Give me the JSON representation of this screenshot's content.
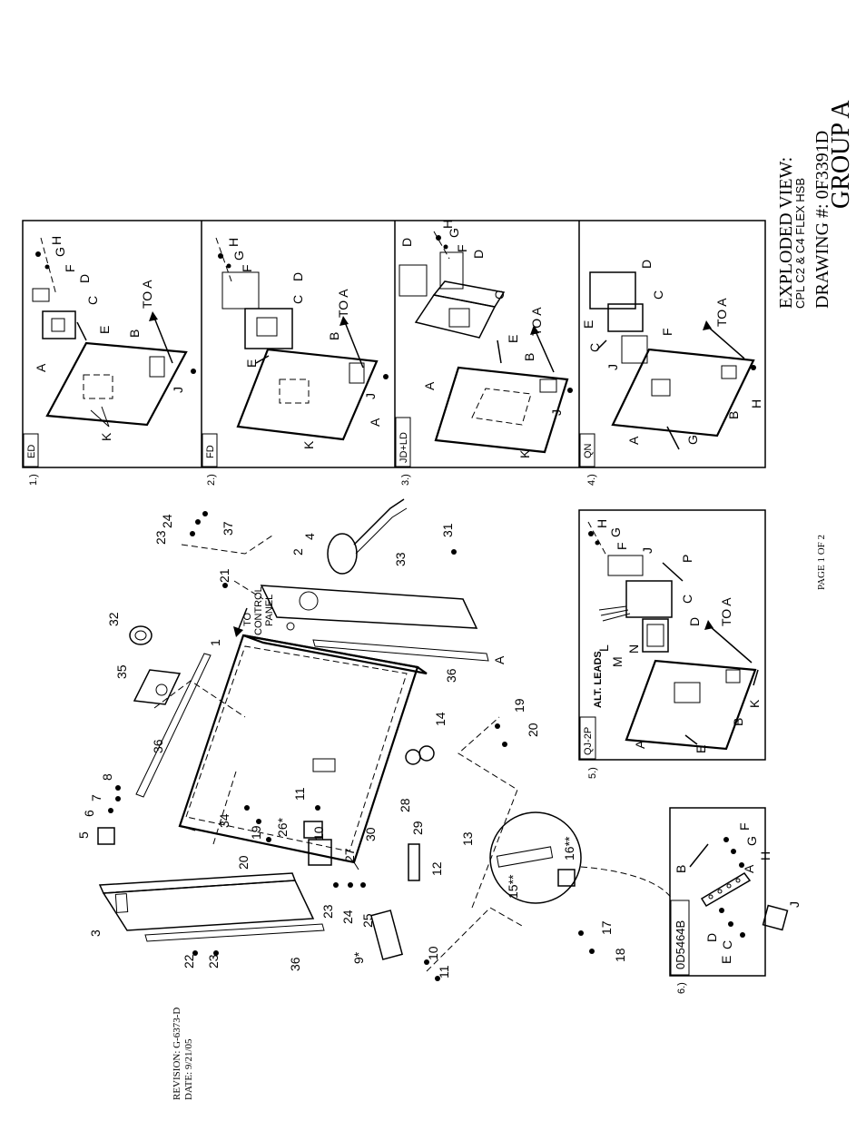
{
  "header": {
    "group_title": "GROUP A",
    "view_title": "EXPLODED VIEW:",
    "model": "CPL C2 & C4 FLEX HSB",
    "drawing": "DRAWING #: 0F3391D"
  },
  "footer": {
    "page": "PAGE 1 OF 2",
    "revision": "REVISION: G-6373-D",
    "date": "DATE: 9/21/05"
  },
  "main_callouts": [
    "1",
    "2",
    "3",
    "4",
    "5",
    "6",
    "7",
    "8",
    "9*",
    "10",
    "10",
    "11",
    "11",
    "12",
    "13",
    "14",
    "15**",
    "16**",
    "17",
    "18",
    "19",
    "19",
    "20",
    "20",
    "21",
    "22",
    "23",
    "23",
    "23",
    "24",
    "24",
    "25",
    "26*",
    "27",
    "28",
    "29",
    "30",
    "31",
    "32",
    "33",
    "34",
    "35",
    "36",
    "36",
    "36",
    "37"
  ],
  "main_notes": {
    "to_control_panel": [
      "TO",
      "CONTROL",
      "PANEL"
    ],
    "letter_a": "A"
  },
  "panels": [
    {
      "index": "1.)",
      "code": "ED",
      "letters": [
        "A",
        "B",
        "C",
        "D",
        "E",
        "F",
        "G",
        "H",
        "J",
        "K"
      ],
      "to_a": "TO A"
    },
    {
      "index": "2.)",
      "code": "FD",
      "letters": [
        "A",
        "B",
        "C",
        "D",
        "E",
        "F",
        "G",
        "H",
        "J",
        "K"
      ],
      "to_a": "TO A"
    },
    {
      "index": "3.)",
      "code": "JD+LD",
      "letters": [
        "A",
        "B",
        "C",
        "D",
        "D",
        "E",
        "F",
        "G",
        "H",
        "J",
        "K"
      ],
      "to_a": "TO A"
    },
    {
      "index": "4.)",
      "code": "QN",
      "letters": [
        "A",
        "B",
        "C",
        "C",
        "D",
        "E",
        "F",
        "G",
        "H",
        "J"
      ],
      "to_a": "TO A"
    },
    {
      "index": "5.)",
      "code": "QJ-2P",
      "subtitle": "ALT. LEADS",
      "letters": [
        "A",
        "B",
        "C",
        "D",
        "E",
        "F",
        "G",
        "H",
        "J",
        "K",
        "L",
        "M",
        "N",
        "P"
      ],
      "to_a": "TO A"
    },
    {
      "index": "6.)",
      "code": "0D5464B",
      "letters": [
        "A",
        "B",
        "C",
        "D",
        "E",
        "F",
        "G",
        "H",
        "J"
      ]
    }
  ]
}
